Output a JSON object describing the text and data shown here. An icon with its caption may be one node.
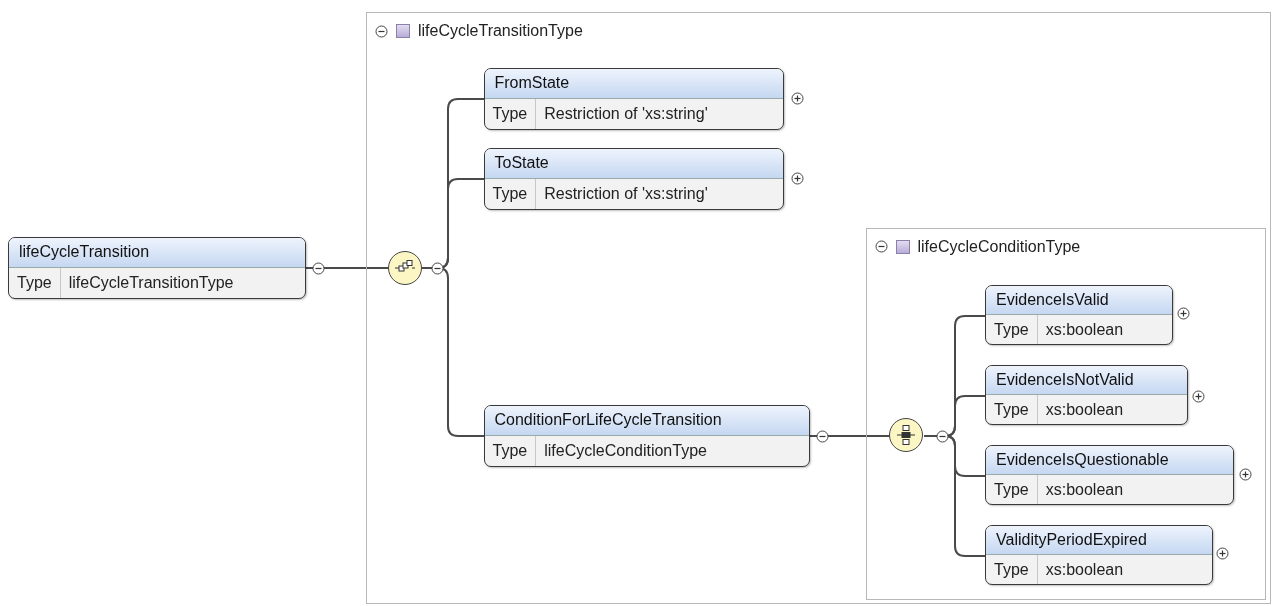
{
  "diagram": {
    "nodes": [
      {
        "text": [
          "lifeCycleTransition",
          "Type",
          "lifeCycleTransitionType"
        ]
      },
      {
        "text": [
          "lifeCycleTransitionType"
        ]
      },
      {
        "text": [],
        "shape": "circle",
        "in": 1
      },
      {
        "text": [
          "FromState",
          "Type",
          "Restriction of 'xs:string'"
        ],
        "in": 1
      },
      {
        "text": [
          "ToState",
          "Type",
          "Restriction of 'xs:string'"
        ],
        "in": 1
      },
      {
        "text": [
          "ConditionForLifeCycleTransition",
          "Type",
          "lifeCycleConditionType"
        ],
        "in": 1
      },
      {
        "text": [
          "lifeCycleConditionType"
        ],
        "in": 1
      },
      {
        "text": [],
        "shape": "circle",
        "in": 6
      },
      {
        "text": [
          "EvidenceIsValid",
          "Type",
          "xs:boolean"
        ],
        "in": 6
      },
      {
        "text": [
          "EvidenceIsNotValid",
          "Type",
          "xs:boolean"
        ],
        "in": 6
      },
      {
        "text": [
          "EvidenceIsQuestionable",
          "Type",
          "xs:boolean"
        ],
        "in": 6
      },
      {
        "text": [
          "ValidityPeriodExpired",
          "Type",
          "xs:boolean"
        ],
        "in": 6
      }
    ],
    "edges": [
      {
        "from": 0,
        "to": 2,
        "arrow": "none"
      },
      {
        "from": 2,
        "to": 3,
        "arrow": "none"
      },
      {
        "from": 2,
        "to": 4,
        "arrow": "none"
      },
      {
        "from": 2,
        "to": 5,
        "arrow": "none"
      },
      {
        "from": 5,
        "to": 7,
        "arrow": "none"
      },
      {
        "from": 7,
        "to": 8,
        "arrow": "none"
      },
      {
        "from": 7,
        "to": 9,
        "arrow": "none"
      },
      {
        "from": 7,
        "to": 10,
        "arrow": "none"
      },
      {
        "from": 7,
        "to": 11,
        "arrow": "none"
      }
    ]
  }
}
